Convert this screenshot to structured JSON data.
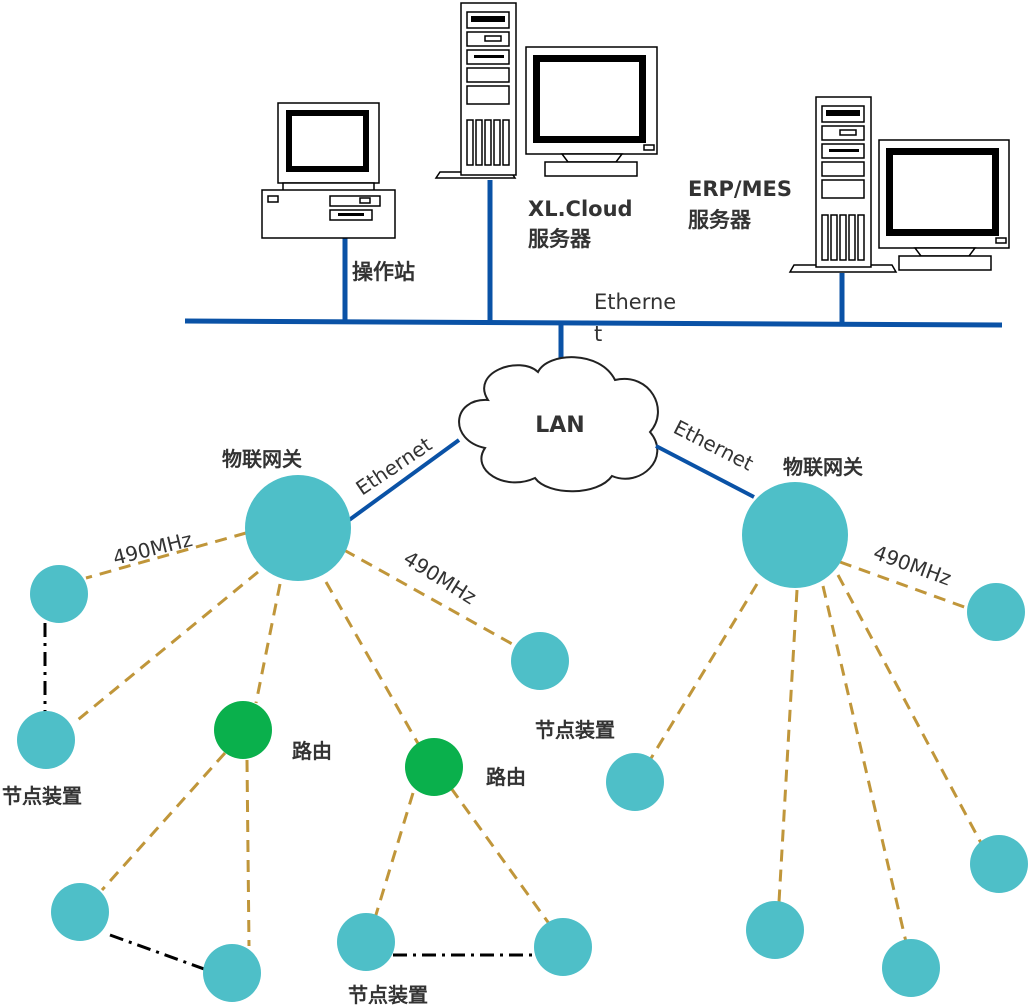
{
  "labels": {
    "workstation": "操作站",
    "cloud_server_line1": "XL.Cloud",
    "cloud_server_line2": "服务器",
    "erp_server_line1": "ERP/MES",
    "erp_server_line2": "服务器",
    "ethernet_bus_line1": "Etherne",
    "ethernet_bus_line2": "t",
    "lan": "LAN",
    "ethernet_left": "Ethernet",
    "ethernet_right": "Ethernet",
    "gateway_left": "物联网关",
    "gateway_right": "物联网关",
    "freq_left_upper": "490MHz",
    "freq_left_right": "490MHz",
    "freq_right": "490MHz",
    "node_device_left": "节点装置",
    "node_device_bottom": "节点装置",
    "node_device_right": "节点装置",
    "router_left": "路由",
    "router_right": "路由"
  },
  "colors": {
    "ethernet_line": "#0a52a6",
    "gateway_node": "#4ebfc8",
    "end_node": "#4ebfc8",
    "router_node": "#0ab04c",
    "radio_link": "#c0963a",
    "mesh_link": "#000000"
  },
  "icons": {
    "workstation": "desktop-computer-icon",
    "server": "tower-server-with-monitor-icon",
    "lan": "cloud-icon"
  }
}
